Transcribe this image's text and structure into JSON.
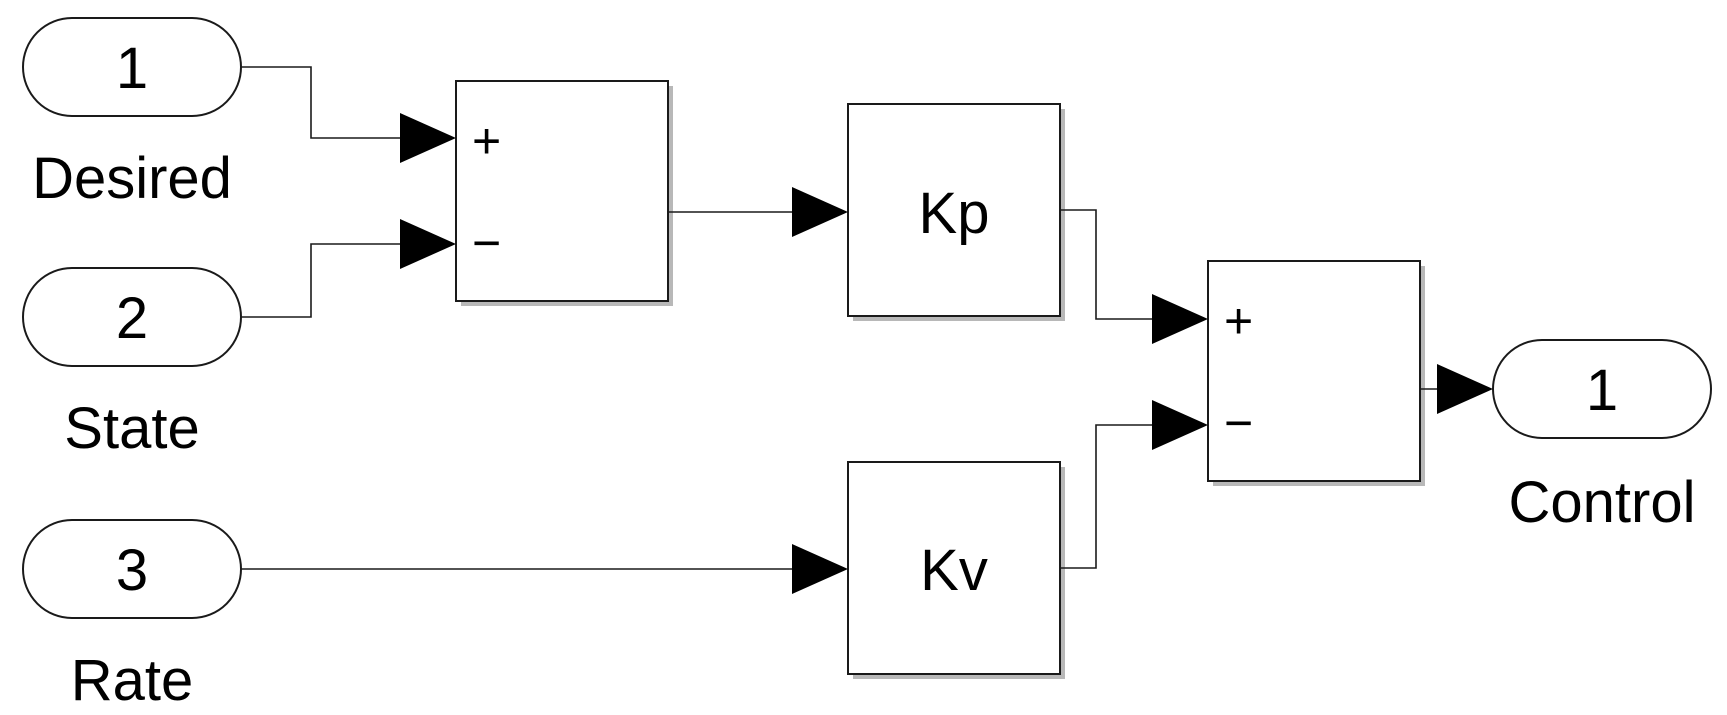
{
  "inports": [
    {
      "number": "1",
      "name": "Desired"
    },
    {
      "number": "2",
      "name": "State"
    },
    {
      "number": "3",
      "name": "Rate"
    }
  ],
  "outports": [
    {
      "number": "1",
      "name": "Control"
    }
  ],
  "sum_blocks": [
    {
      "signs": [
        "+",
        "−"
      ]
    },
    {
      "signs": [
        "+",
        "−"
      ]
    }
  ],
  "gain_blocks": [
    {
      "label": "Kp"
    },
    {
      "label": "Kv"
    }
  ]
}
